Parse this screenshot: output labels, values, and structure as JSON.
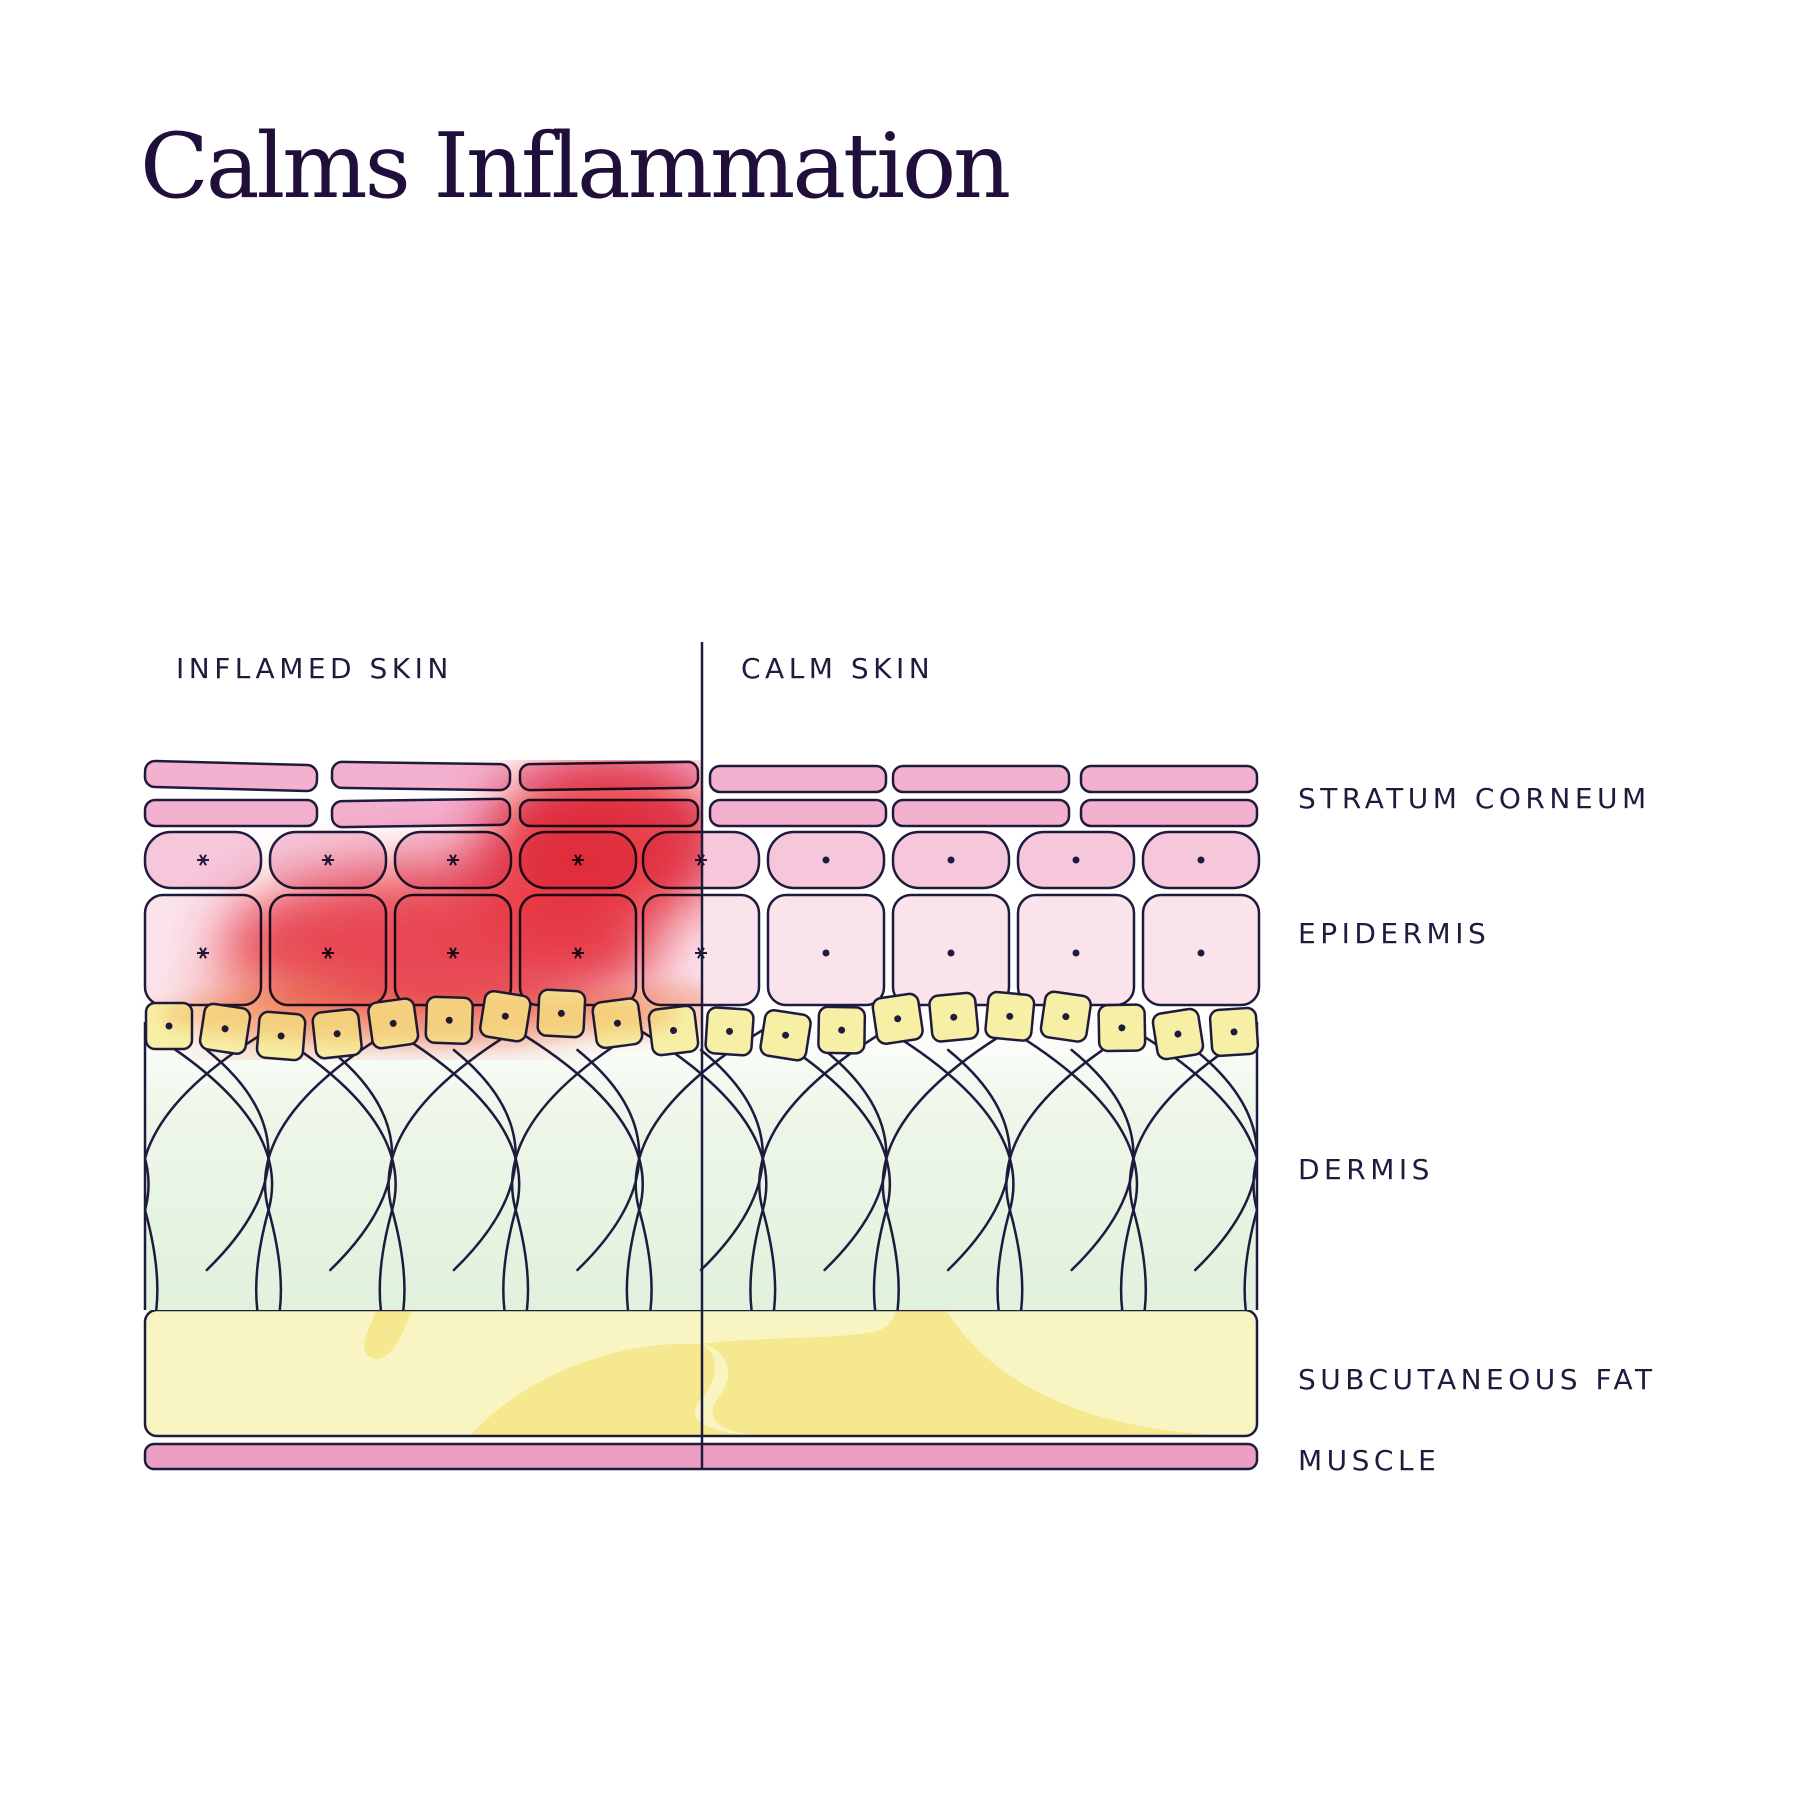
{
  "title": "Calms Inflammation",
  "sides": {
    "left": "INFLAMED SKIN",
    "right": "CALM SKIN"
  },
  "layers": {
    "stratum_corneum": "STRATUM CORNEUM",
    "epidermis": "EPIDERMIS",
    "dermis": "DERMIS",
    "subcutaneous_fat": "SUBCUTANEOUS FAT",
    "muscle": "MUSCLE"
  },
  "colors": {
    "title": "#1f0f3a",
    "outline": "#1f1b3f",
    "corneum_pink": "#f3b0cf",
    "epidermis_pink": "#f6c7db",
    "epidermis_light": "#fbe3ec",
    "basal_yellow": "#f7efa6",
    "dermis_green": "#e2f2de",
    "fat_yellow": "#f8f5c3",
    "fat_blob": "#f5e88f",
    "muscle_pink": "#ec9fc2",
    "inflammation_red": "#e8303c"
  }
}
